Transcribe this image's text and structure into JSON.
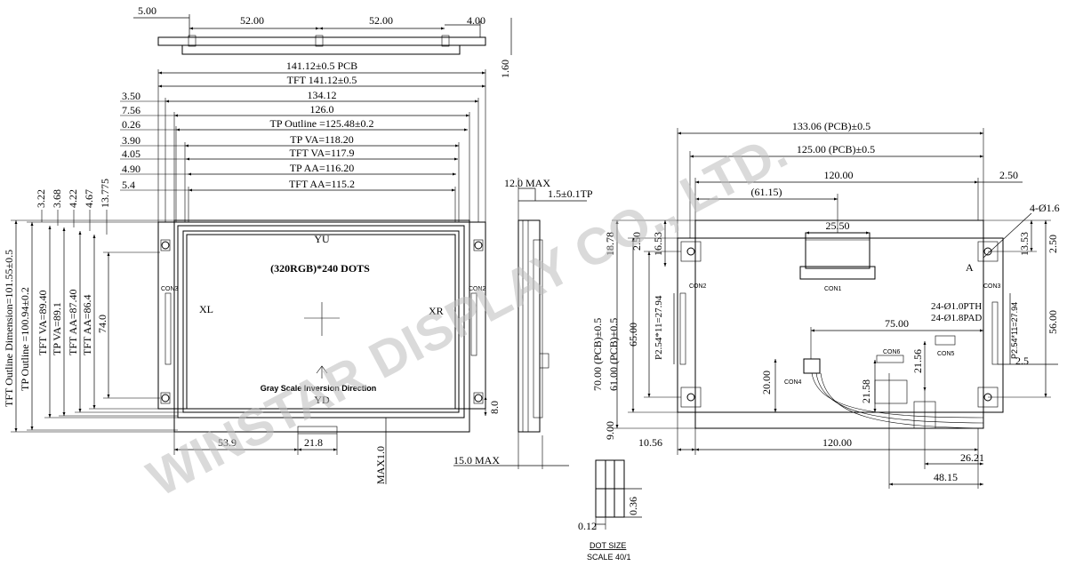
{
  "watermark": "WINSTAR DISPLAY CO., LTD.",
  "front_view": {
    "top_dims": [
      "5.00",
      "52.00",
      "52.00",
      "4.00"
    ],
    "side_thickness": "1.60",
    "horizontal_dims": [
      "141.12±0.5 PCB",
      "TFT 141.12±0.5",
      "134.12",
      "126.0",
      "TP Outline =125.48±0.2",
      "TP VA=118.20",
      "TFT VA=117.9",
      "TP AA=116.20",
      "TFT AA=115.2"
    ],
    "left_offsets": [
      "3.50",
      "7.56",
      "0.26",
      "3.90",
      "4.05",
      "4.90",
      "5.4"
    ],
    "vertical_top_offsets": [
      "3.22",
      "3.68",
      "4.22",
      "4.67",
      "13.775"
    ],
    "vertical_dims": [
      "TFT Outline Dimension=101.55±0.5",
      "TP Outline =100.94±0.2",
      "TFT VA=89.40",
      "TP VA=89.1",
      "TFT AA=87.40",
      "TFT AA=86.4",
      "74.0"
    ],
    "display_text": "(320RGB)*240  DOTS",
    "labels": {
      "top": "YU",
      "bottom": "YD",
      "left": "XL",
      "right": "XR"
    },
    "direction_note": "Gray Scale Inversion Direction",
    "bottom_dims": [
      "53.9",
      "21.8"
    ],
    "bottom_max": "MAX1.0",
    "side_dim": "8.0",
    "connector_labels": [
      "CON3",
      "CON2"
    ]
  },
  "side_view": {
    "top_max": "12.0 MAX",
    "tp_thickness": "1.5±0.1TP",
    "bottom_max": "15.0 MAX"
  },
  "back_view": {
    "horizontal_dims": [
      "133.06 (PCB)±0.5",
      "125.00 (PCB)±0.5",
      "120.00",
      "(61.15)",
      "25.50",
      "2.50"
    ],
    "hole_note": "4-Ø1.6",
    "corner_label": "A",
    "left_vertical_dims": [
      "18.78",
      "2.50",
      "16.53",
      "70.00 (PCB)±0.5",
      "61.00 (PCB)±0.5",
      "65.00",
      "P2.54*11=27.94",
      "9.00"
    ],
    "right_vertical_dims": [
      "13.53",
      "2.50",
      "56.00",
      "P2.54*11=27.94"
    ],
    "pad_notes": [
      "24-Ø1.0PTH",
      "24-Ø1.8PAD"
    ],
    "dims_inner": [
      "75.00",
      "20.00",
      "21.58",
      "21.56",
      "2.5"
    ],
    "bottom_dims": [
      "10.56",
      "120.00",
      "26.21",
      "48.15"
    ],
    "connectors": [
      "CON1",
      "CON2",
      "CON3",
      "CON4",
      "CON5",
      "CON6"
    ]
  },
  "dot_size": {
    "dims": [
      "0.12",
      "0.36"
    ],
    "caption": "DOT SIZE",
    "scale": "SCALE 40/1"
  }
}
